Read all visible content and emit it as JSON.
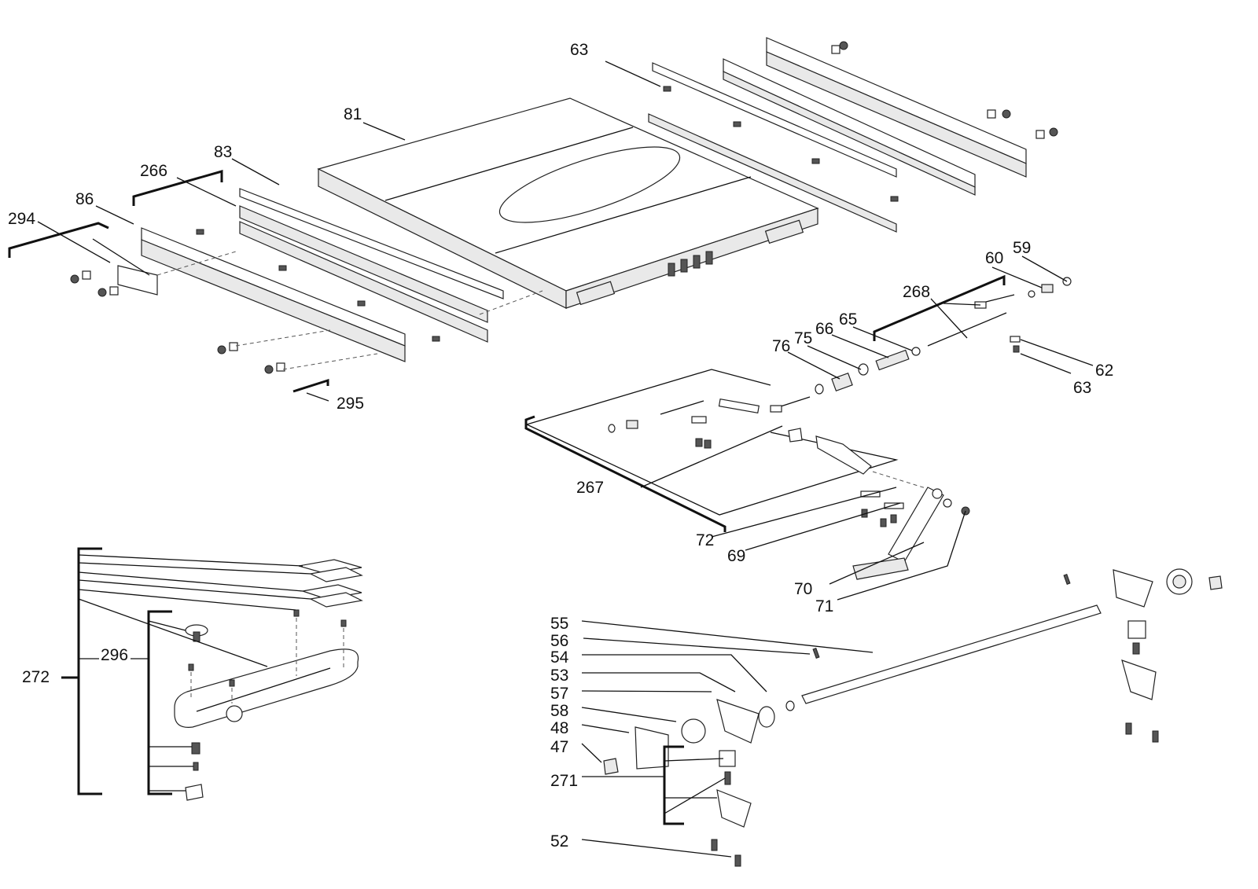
{
  "diagram": {
    "labels": {
      "l81": "81",
      "l83": "83",
      "l266": "266",
      "l86": "86",
      "l294": "294",
      "l295": "295",
      "l63a": "63",
      "l59": "59",
      "l60": "60",
      "l268": "268",
      "l65": "65",
      "l66": "66",
      "l75": "75",
      "l76": "76",
      "l62": "62",
      "l63b": "63",
      "l267": "267",
      "l72": "72",
      "l69": "69",
      "l70": "70",
      "l71": "71",
      "l55": "55",
      "l56": "56",
      "l54": "54",
      "l53": "53",
      "l57": "57",
      "l58": "58",
      "l48": "48",
      "l47": "47",
      "l271": "271",
      "l52": "52",
      "l272": "272",
      "l296": "296"
    }
  }
}
